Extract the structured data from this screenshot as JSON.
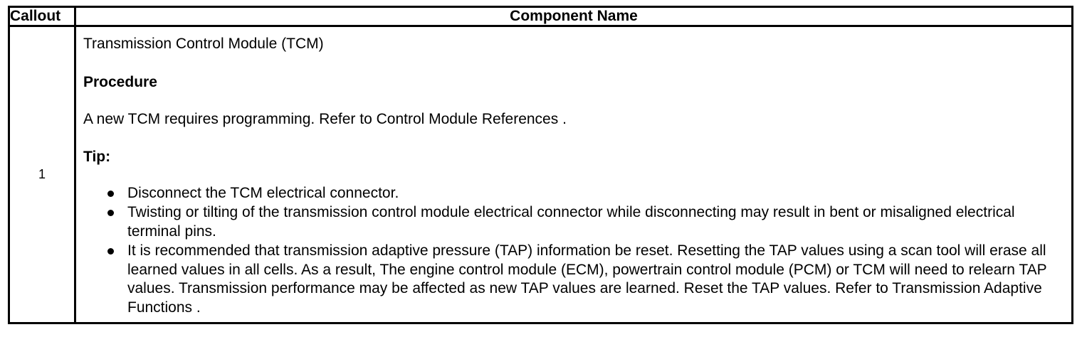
{
  "table": {
    "headers": {
      "callout": "Callout",
      "component_name": "Component Name"
    },
    "rows": [
      {
        "callout": "1",
        "title": "Transmission Control Module (TCM)",
        "procedure_heading": "Procedure",
        "procedure_text": "A new TCM requires programming. Refer to Control Module References .",
        "tip_heading": "Tip:",
        "tip_items": [
          "Disconnect the TCM electrical connector.",
          "Twisting or tilting of the transmission control module electrical connector while disconnecting may result in bent or misaligned electrical terminal pins.",
          "It is recommended that transmission adaptive pressure (TAP) information be reset. Resetting the TAP values using a scan tool will erase all learned values in all cells. As a result, The engine control module (ECM), powertrain control module (PCM) or TCM will need to relearn TAP values. Transmission performance may be affected as new TAP values are learned. Reset the TAP values. Refer to Transmission Adaptive Functions ."
        ]
      }
    ]
  },
  "colors": {
    "border": "#000000",
    "text": "#000000",
    "background": "#ffffff"
  }
}
